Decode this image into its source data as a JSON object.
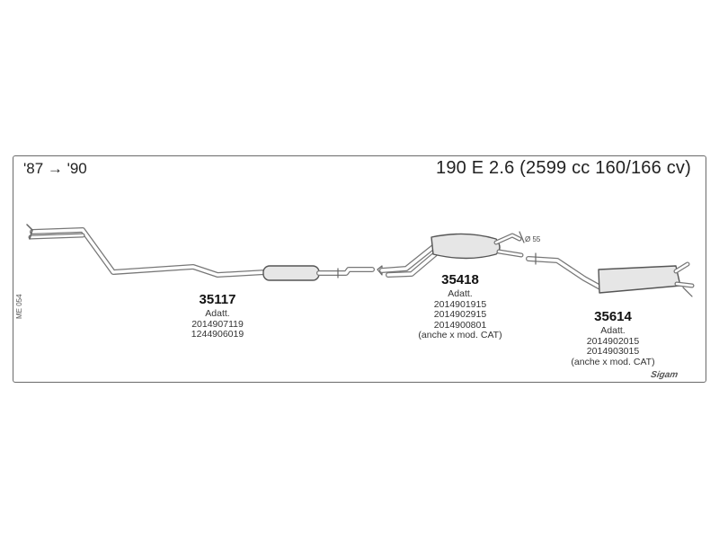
{
  "header": {
    "year_range": "'87 → '90",
    "model": "190 E 2.6 (2599 cc 160/166 cv)"
  },
  "side_code": "ME 054",
  "brand": "Sigam",
  "pipe_diameter": "Ø 55",
  "parts": [
    {
      "number": "35117",
      "lines": [
        "Adatt.",
        "2014907119",
        "1244906019"
      ]
    },
    {
      "number": "35418",
      "lines": [
        "Adatt.",
        "2014901915",
        "2014902915",
        "2014900801",
        "(anche x mod. CAT)"
      ]
    },
    {
      "number": "35614",
      "lines": [
        "Adatt.",
        "2014902015",
        "2014903015",
        "(anche x mod. CAT)"
      ]
    }
  ]
}
